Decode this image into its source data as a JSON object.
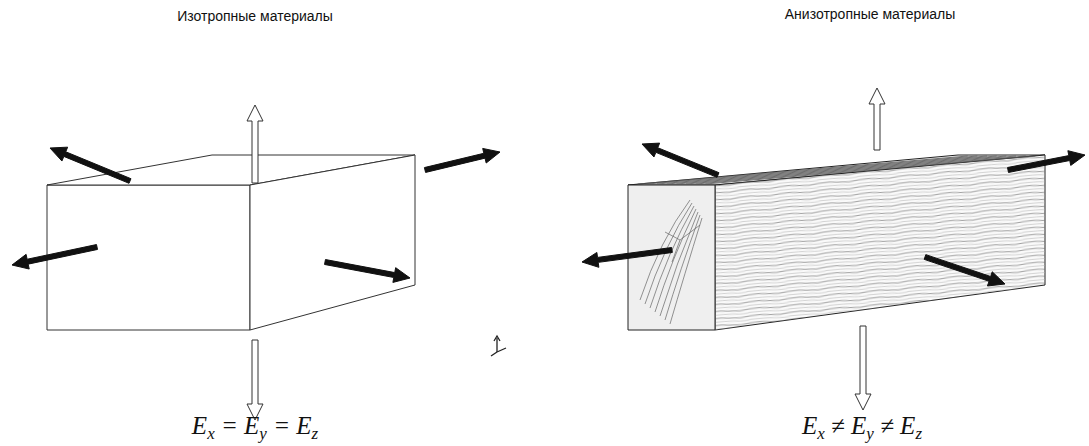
{
  "diagram": {
    "labels": [
      "Изотропные материалы",
      "Анизотропные материалы",
      "Ex = Ey = Ez",
      "Ex ≠ Ey ≠ Ez"
    ]
  }
}
